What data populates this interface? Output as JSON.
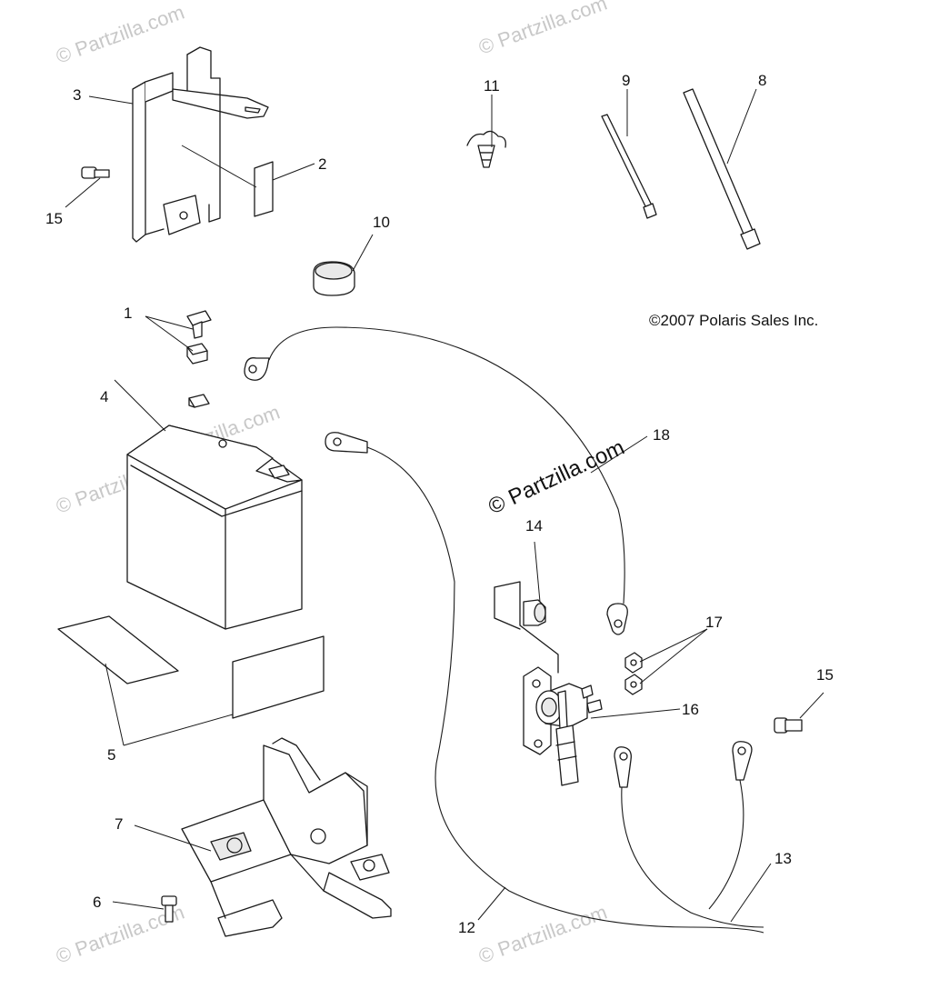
{
  "diagram": {
    "copyright": "©2007 Polaris Sales Inc.",
    "watermark_main": "© Partzilla.com",
    "watermark_faint": "© Partzilla.com",
    "callouts": {
      "c1": "1",
      "c2": "2",
      "c3": "3",
      "c4": "4",
      "c5": "5",
      "c6": "6",
      "c7": "7",
      "c8": "8",
      "c9": "9",
      "c10": "10",
      "c11": "11",
      "c12": "12",
      "c13": "13",
      "c14": "14",
      "c15a": "15",
      "c15b": "15",
      "c16": "16",
      "c17": "17",
      "c18": "18"
    }
  }
}
